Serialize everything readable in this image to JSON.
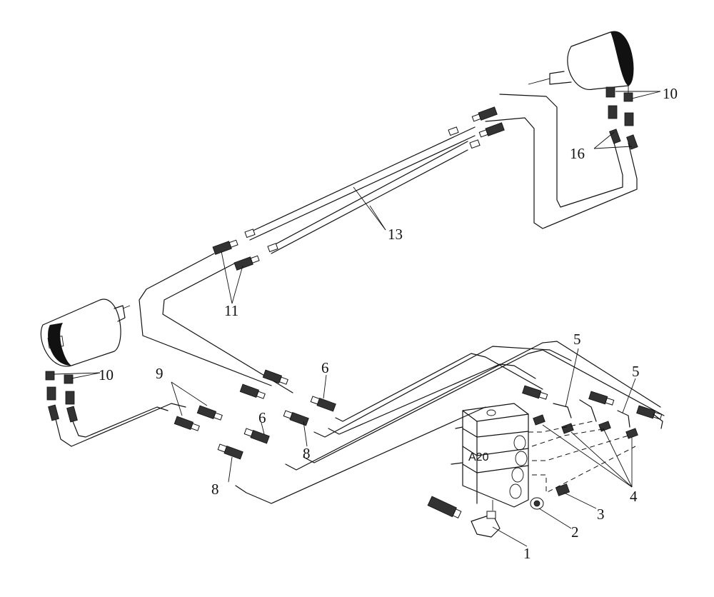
{
  "callouts": {
    "c1": "1",
    "c2": "2",
    "c3": "3",
    "c4": "4",
    "c5a": "5",
    "c5b": "5",
    "c6a": "6",
    "c6b": "6",
    "c8a": "8",
    "c8b": "8",
    "c9": "9",
    "c10a": "10",
    "c10b": "10",
    "c11": "11",
    "c13": "13",
    "c16": "16"
  },
  "block_label": "A20"
}
